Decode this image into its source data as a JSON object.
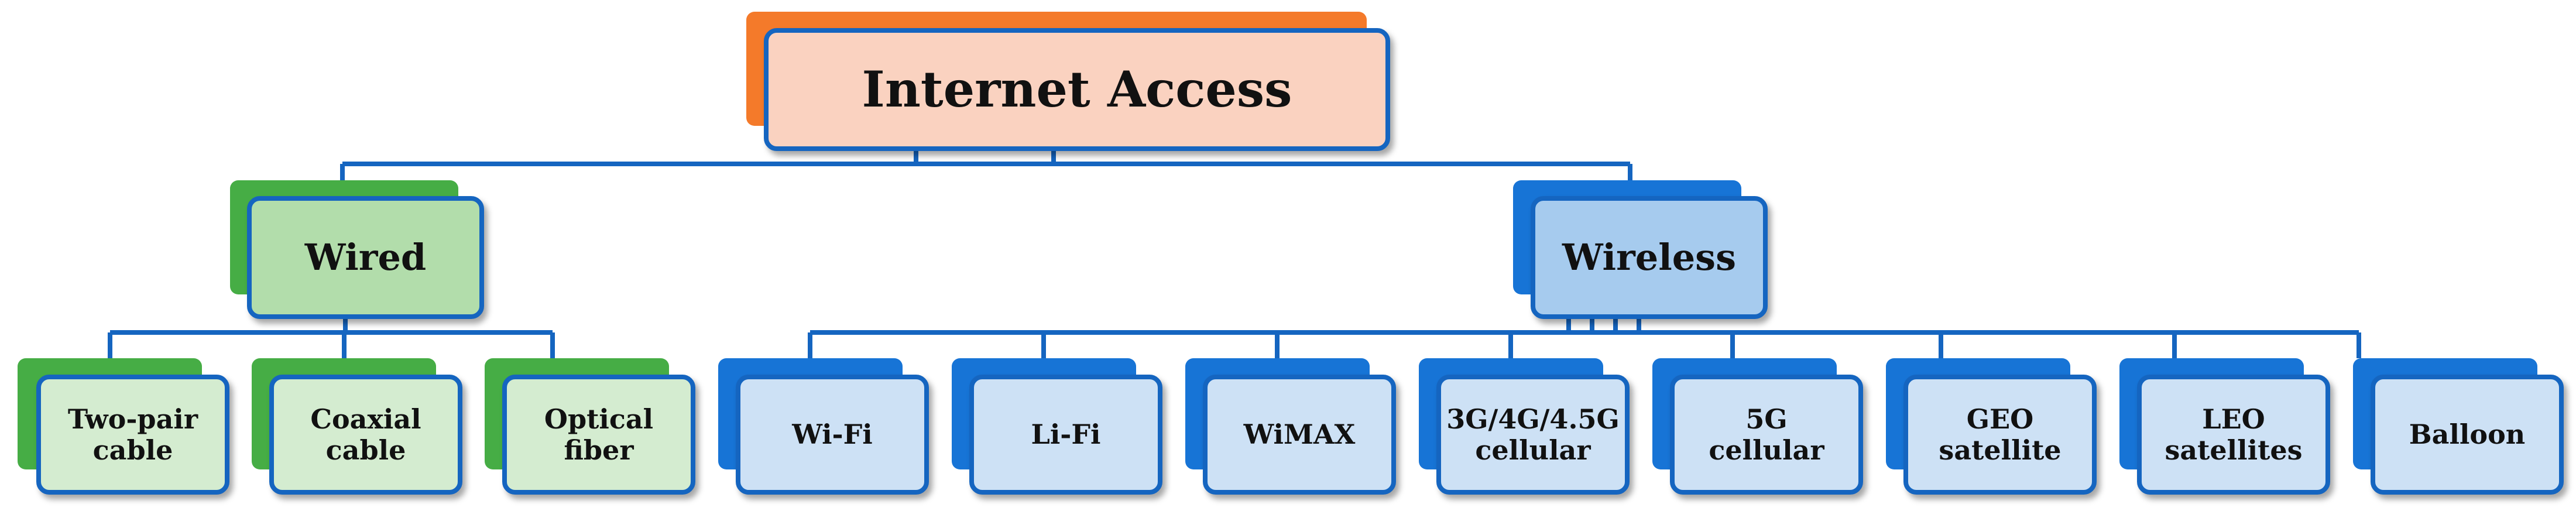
{
  "colors": {
    "connector": "#1565c0",
    "border": "#1565c0",
    "root_back": "#f47a2a",
    "root_fill": "#fad2c0",
    "wired_back": "#46ad45",
    "wired_fill": "#b2ddab",
    "wired_leaf_fill": "#d4ecd0",
    "wireless_back": "#1774d6",
    "wireless_fill": "#a6cbee",
    "wireless_leaf_fill": "#cde1f5"
  },
  "root": {
    "label": "Internet Access"
  },
  "wired": {
    "label": "Wired",
    "children": [
      {
        "line1": "Two-pair",
        "line2": "cable"
      },
      {
        "line1": "Coaxial",
        "line2": "cable"
      },
      {
        "line1": "Optical",
        "line2": "fiber"
      }
    ]
  },
  "wireless": {
    "label": "Wireless",
    "children": [
      {
        "line1": "Wi-Fi",
        "line2": ""
      },
      {
        "line1": "Li-Fi",
        "line2": ""
      },
      {
        "line1": "WiMAX",
        "line2": ""
      },
      {
        "line1": "3G/4G/4.5G",
        "line2": "cellular"
      },
      {
        "line1": "5G",
        "line2": "cellular"
      },
      {
        "line1": "GEO",
        "line2": "satellite"
      },
      {
        "line1": "LEO",
        "line2": "satellites"
      },
      {
        "line1": "Balloon",
        "line2": ""
      }
    ]
  }
}
